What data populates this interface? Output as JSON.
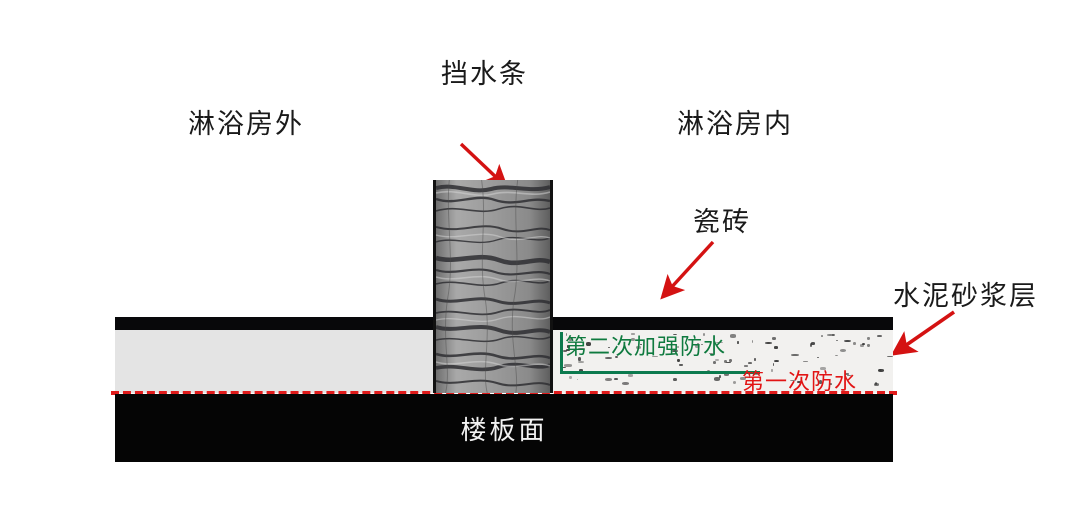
{
  "diagram": {
    "title_labels": {
      "outside": "淋浴房外",
      "barrier": "挡水条",
      "inside": "淋浴房内",
      "tile": "瓷砖",
      "mortar": "水泥砂浆层"
    },
    "inline_labels": {
      "slab": "楼板面",
      "waterproof_second": "第二次加强防水",
      "waterproof_first": "第一次防水"
    },
    "colors": {
      "waterproof_first": "#e21414",
      "waterproof_second": "#0f7a3f",
      "tile": "#08080a",
      "mortar_outside": "#e4e4e4",
      "mortar_inside": "#f2f1ef",
      "slab": "#050505",
      "arrow": "#d41212",
      "text": "#1a1a1a"
    },
    "arrows": [
      {
        "name": "barrier-arrow",
        "from": "挡水条",
        "to": "挡水条石材柱"
      },
      {
        "name": "tile-arrow",
        "from": "瓷砖",
        "to": "瓷砖面层"
      },
      {
        "name": "mortar-arrow",
        "from": "水泥砂浆层",
        "to": "水泥砂浆层"
      }
    ]
  }
}
